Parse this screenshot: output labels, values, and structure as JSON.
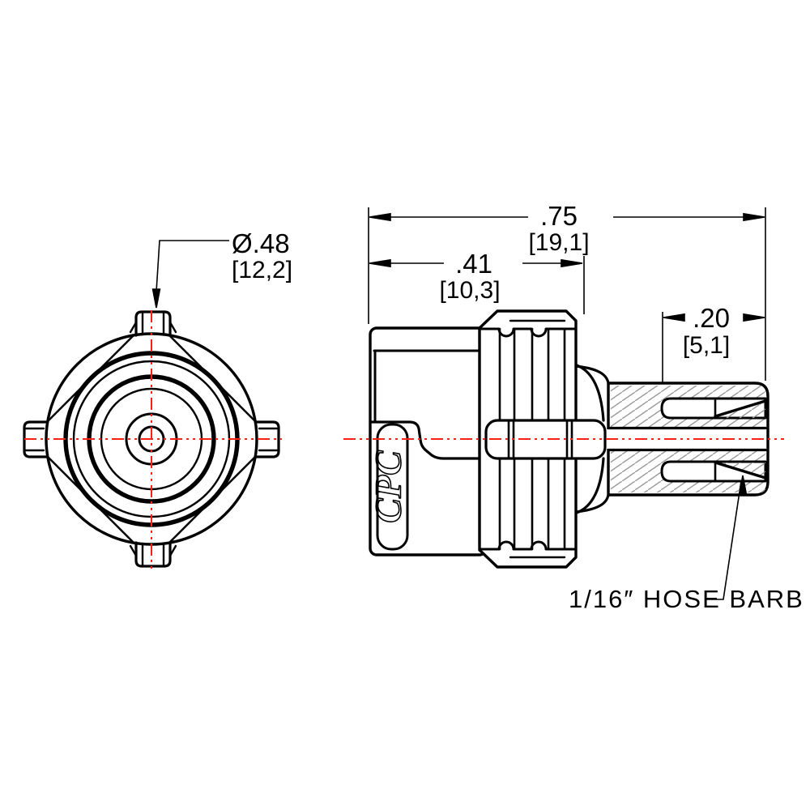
{
  "drawing": {
    "title_note": "1/16″ HOSE BARB",
    "logo": "CPC",
    "front_view": {
      "diameter_in": "Ø.48",
      "diameter_mm": "[12,2]"
    },
    "side_view": {
      "overall_length_in": ".75",
      "overall_length_mm": "[19,1]",
      "body_length_in": ".41",
      "body_length_mm": "[10,3]",
      "barb_length_in": ".20",
      "barb_length_mm": "[5,1]"
    },
    "colors": {
      "line": "#000000",
      "centerline": "#ff2015",
      "hatch": "#9a9a9a",
      "background": "#ffffff"
    }
  }
}
